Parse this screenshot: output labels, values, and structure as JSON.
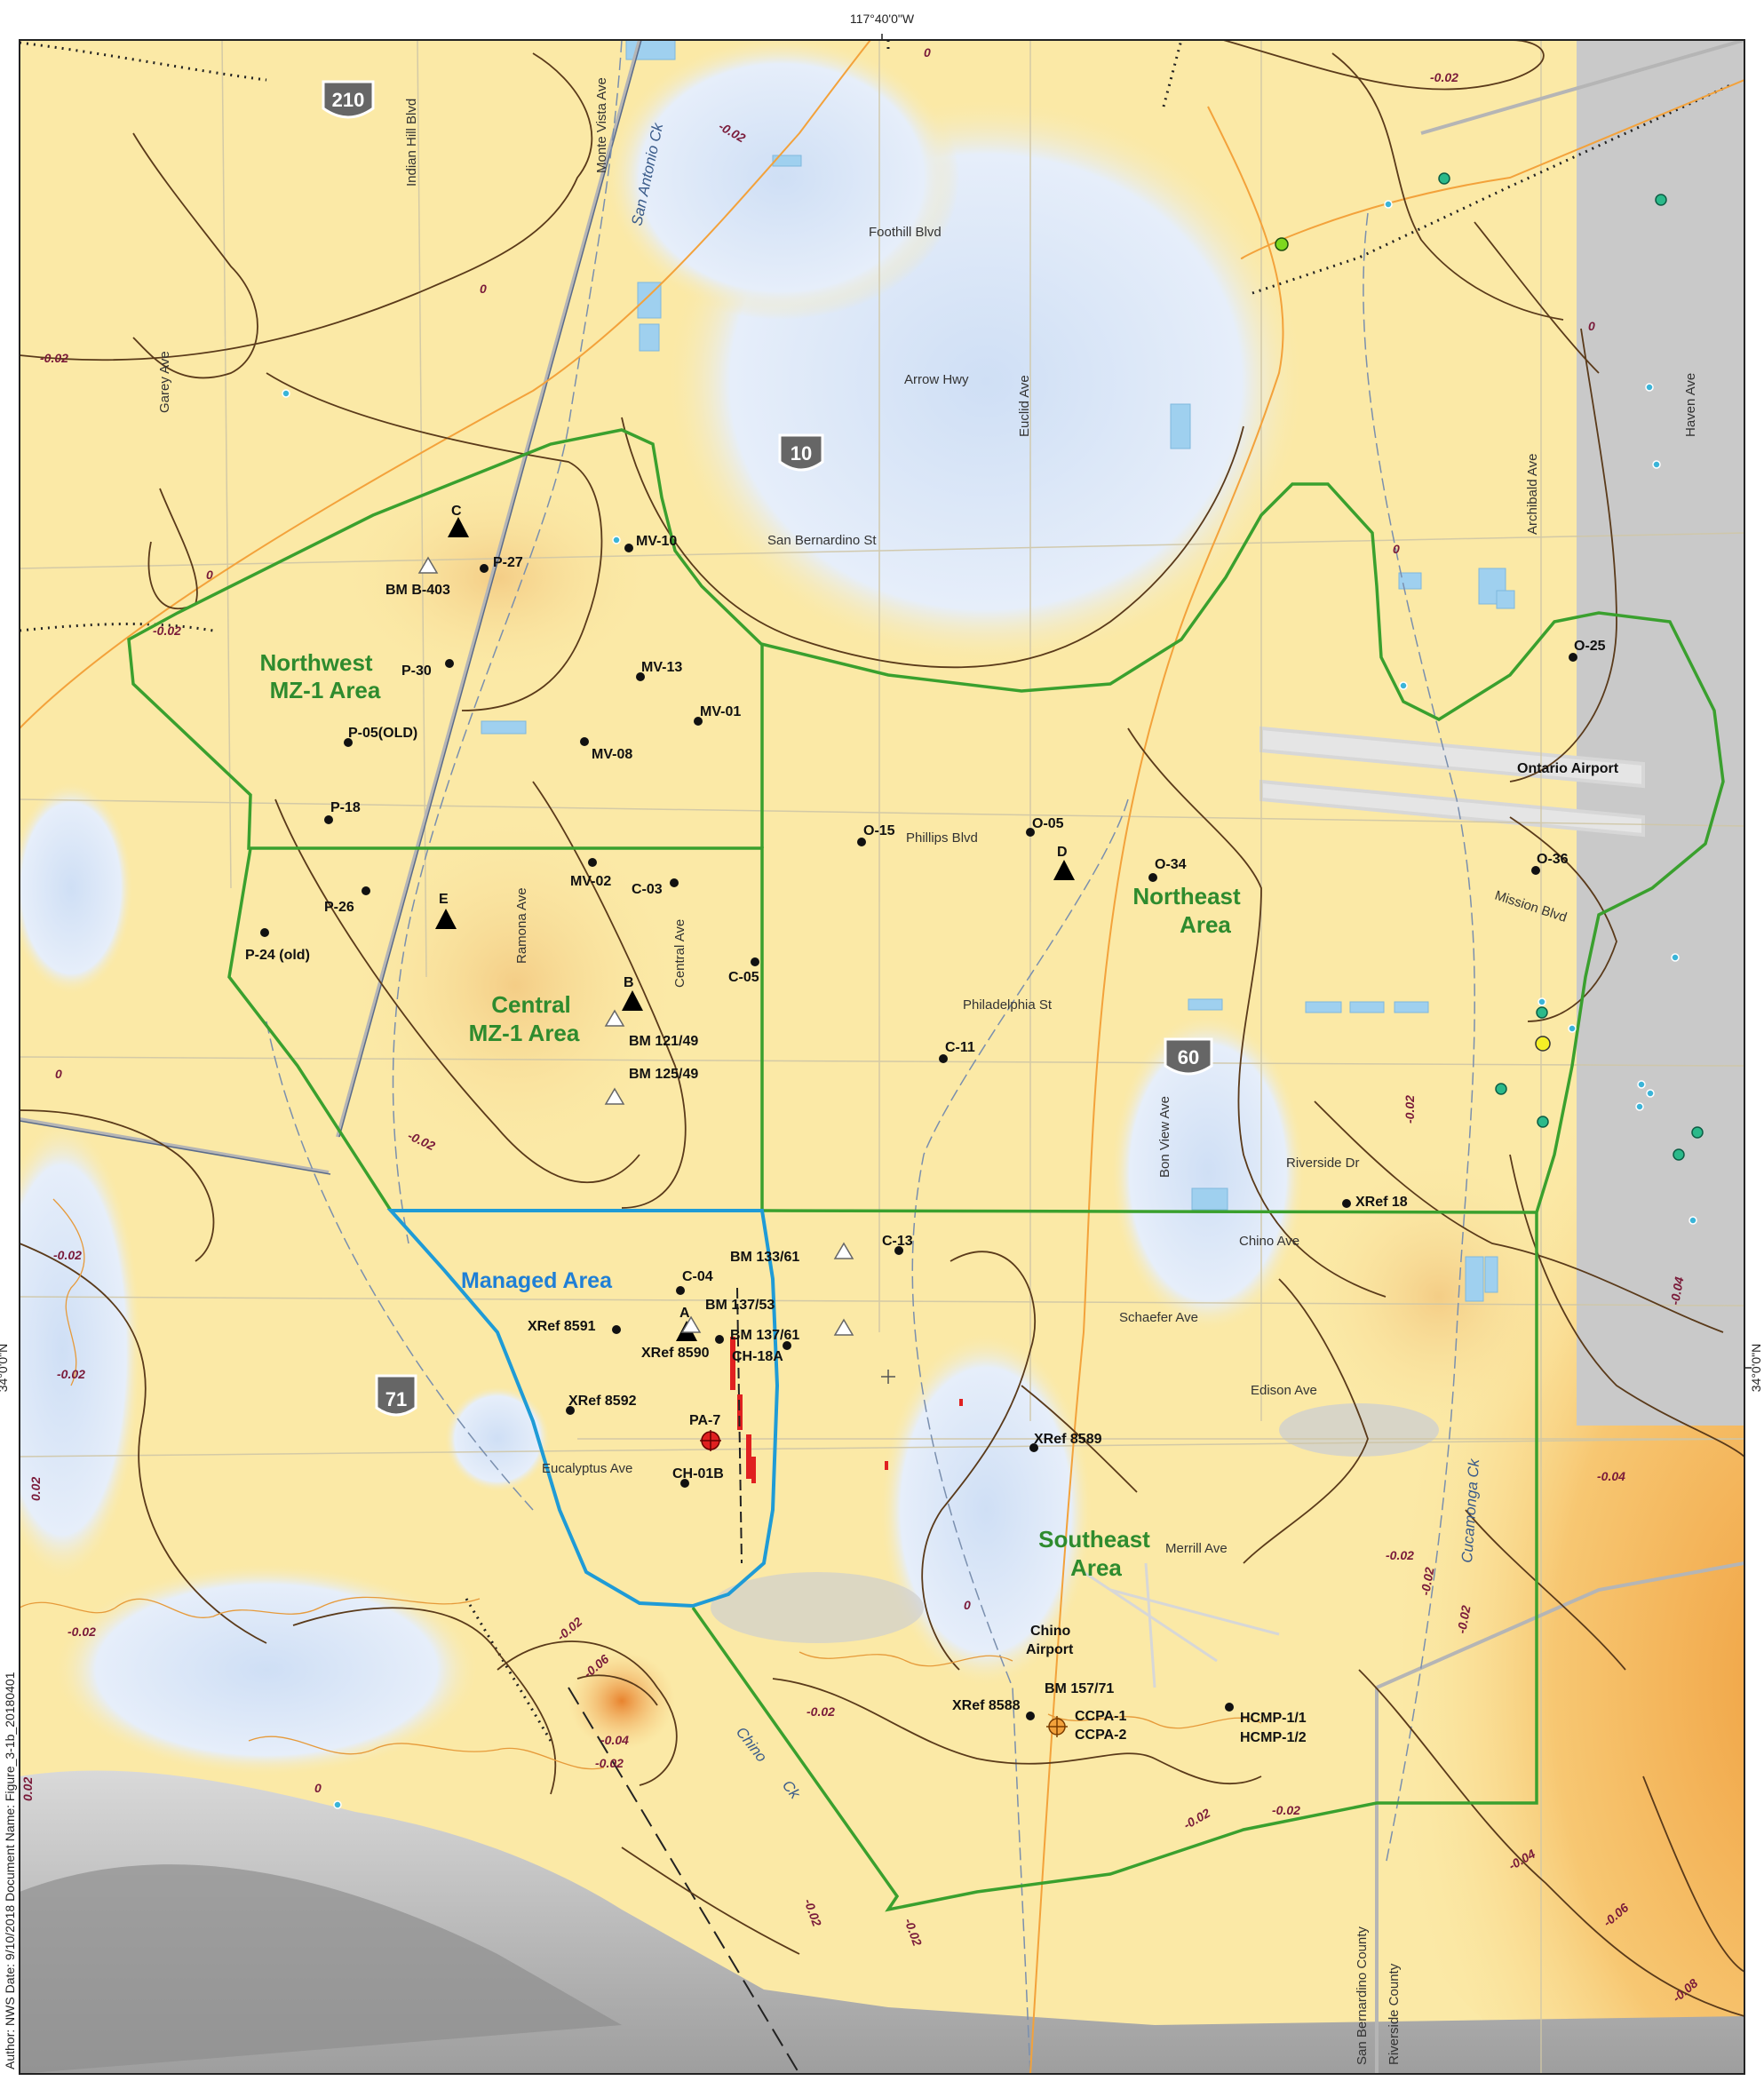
{
  "coordinates": {
    "top_lon": "117°40'0\"W",
    "right_lat": "34°0'0\"N",
    "left_lat": "34°0'0\"N"
  },
  "highways": [
    "210",
    "10",
    "60",
    "71"
  ],
  "areas": {
    "northwest": [
      "Northwest",
      "MZ-1 Area"
    ],
    "central": [
      "Central",
      "MZ-1 Area"
    ],
    "northeast": [
      "Northeast",
      "Area"
    ],
    "southeast": [
      "Southeast",
      "Area"
    ],
    "managed": "Managed Area"
  },
  "roads": {
    "indian_hill": "Indian Hill Blvd",
    "monte_vista": "Monte Vista Ave",
    "garey": "Garey Ave",
    "foothill": "Foothill Blvd",
    "arrow": "Arrow  Hwy",
    "euclid": "Euclid Ave",
    "san_bernardino_st": "San Bernardino St",
    "archibald": "Archibald Ave",
    "haven": "Haven Ave",
    "phillips": "Phillips Blvd",
    "mission": "Mission  Blvd",
    "ramona": "Ramona Ave",
    "central_ave": "Central Ave",
    "philadelphia": "Philadelphia St",
    "bon_view": "Bon View Ave",
    "riverside_dr": "Riverside Dr",
    "chino_ave": "Chino  Ave",
    "schaefer": "Schaefer Ave",
    "edison": "Edison Ave",
    "eucalyptus": "Eucalyptus Ave",
    "merrill": "Merrill  Ave"
  },
  "creeks": {
    "san_antonio": "San Antonio Ck",
    "chino_a": "Chino",
    "chino_b": "Ck",
    "cucamonga": "Cucamonga Ck"
  },
  "places": {
    "ontario_airport": "Ontario Airport",
    "chino_airport": [
      "Chino",
      "Airport"
    ]
  },
  "counties": {
    "san_bernardino": "San Bernardino County",
    "riverside": "Riverside County"
  },
  "wells": {
    "p27": "P-27",
    "mv10": "MV-10",
    "p30": "P-30",
    "mv13": "MV-13",
    "mv01": "MV-01",
    "p05": "P-05(OLD)",
    "mv08": "MV-08",
    "p18": "P-18",
    "mv02": "MV-02",
    "c03": "C-03",
    "p26": "P-26",
    "p24": "P-24 (old)",
    "c05": "C-05",
    "o15": "O-15",
    "o05": "O-05",
    "o34": "O-34",
    "o25": "O-25",
    "o36": "O-36",
    "c11": "C-11",
    "xref18": "XRef 18",
    "c13": "C-13",
    "c04": "C-04",
    "xref8591": "XRef 8591",
    "xref8590": "XRef 8590",
    "ch18a": "CH-18A",
    "xref8592": "XRef 8592",
    "pa7": "PA-7",
    "ch01b": "CH-01B",
    "xref8589": "XRef 8589",
    "xref8588": "XRef 8588",
    "ccpa1": "CCPA-1",
    "ccpa2": "CCPA-2",
    "hcmp1": "HCMP-1/1",
    "hcmp2": "HCMP-1/2"
  },
  "benchmarks": {
    "bmb403": "BM B-403",
    "bm121": "BM 121/49",
    "bm125": "BM 125/49",
    "bm133": "BM 133/61",
    "bm137_53": "BM 137/53",
    "bm137_61": "BM 137/61",
    "bm157": "BM 157/71"
  },
  "stations": [
    "A",
    "B",
    "C",
    "D",
    "E"
  ],
  "contours": [
    "0",
    "-0.02",
    "-0.04",
    "-0.06",
    "-0.08",
    "0.02"
  ],
  "side_note": "Author: NWS  Date: 9/10/2018  Document Name: Figure_3-1b_20180401",
  "colors": {
    "area_boundary": "#3aa02e",
    "managed_boundary": "#1f9bd6",
    "base_yellow": "#fbe9a6",
    "subsidence_orange": "#f2a54a",
    "uplift_blue": "#dbe7f7",
    "hillshade_gray": "#bdbdbd",
    "contour": "#5a3a1a"
  }
}
